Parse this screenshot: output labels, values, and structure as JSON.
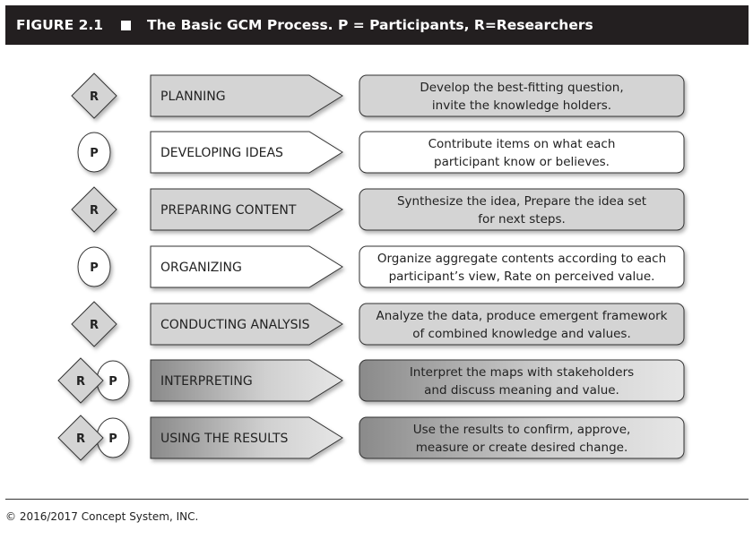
{
  "header": {
    "figure": "FIGURE 2.1",
    "title": "The Basic GCM Process. P = Participants, R=Researchers"
  },
  "steps": [
    {
      "role": "R",
      "label": "PLANNING",
      "desc": [
        "Develop the best-fitting question,",
        "invite the knowledge holders."
      ]
    },
    {
      "role": "P",
      "label": "DEVELOPING IDEAS",
      "desc": [
        "Contribute items on what each",
        "participant know or believes."
      ]
    },
    {
      "role": "R",
      "label": "PREPARING CONTENT",
      "desc": [
        "Synthesize the idea, Prepare the idea set",
        "for next steps."
      ]
    },
    {
      "role": "P",
      "label": "ORGANIZING",
      "desc": [
        "Organize aggregate contents according to each",
        "participant’s view, Rate on perceived value."
      ]
    },
    {
      "role": "R",
      "label": "CONDUCTING ANALYSIS",
      "desc": [
        "Analyze the data, produce emergent framework",
        "of combined knowledge and values."
      ]
    },
    {
      "role": "RP",
      "r": "R",
      "p": "P",
      "label": "INTERPRETING",
      "desc": [
        "Interpret the maps with stakeholders",
        "and discuss meaning and value."
      ]
    },
    {
      "role": "RP",
      "r": "R",
      "p": "P",
      "label": "USING THE RESULTS",
      "desc": [
        "Use the results to confirm, approve,",
        "measure or create desired change."
      ]
    }
  ],
  "footer": {
    "copyright": "© 2016/2017 Concept System, INC."
  },
  "colors": {
    "researcher_fill": "#d4d4d4",
    "participant_fill": "#ffffff",
    "header_bg": "#231f20"
  }
}
